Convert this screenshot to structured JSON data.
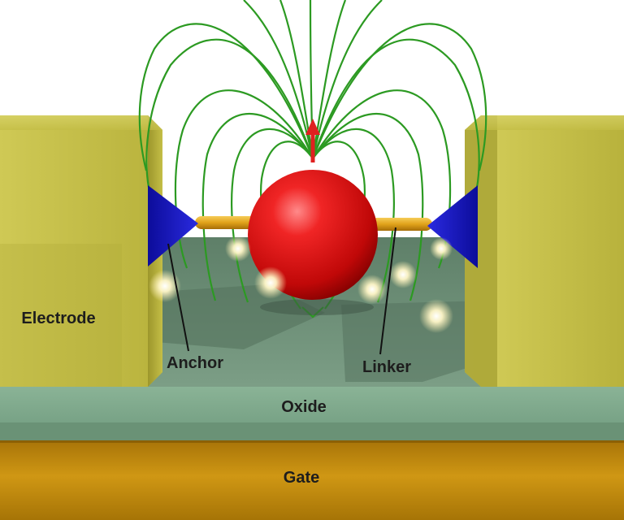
{
  "labels": {
    "electrode": "Electrode",
    "anchor": "Anchor",
    "linker": "Linker",
    "oxide": "Oxide",
    "gate": "Gate"
  },
  "colors": {
    "electrode": "#c3bd45",
    "electrode_shadow": "#8f8a2a",
    "anchor": "#1717c8",
    "linker": "#e0a21a",
    "molecule": "#e01010",
    "field_lines": "#2c9a22",
    "spin_arrow": "#e02020",
    "oxide_top": "#6f8f77",
    "oxide_front": "#7fa88c",
    "gate": "#c88f12",
    "glow": "#fff6c8"
  }
}
